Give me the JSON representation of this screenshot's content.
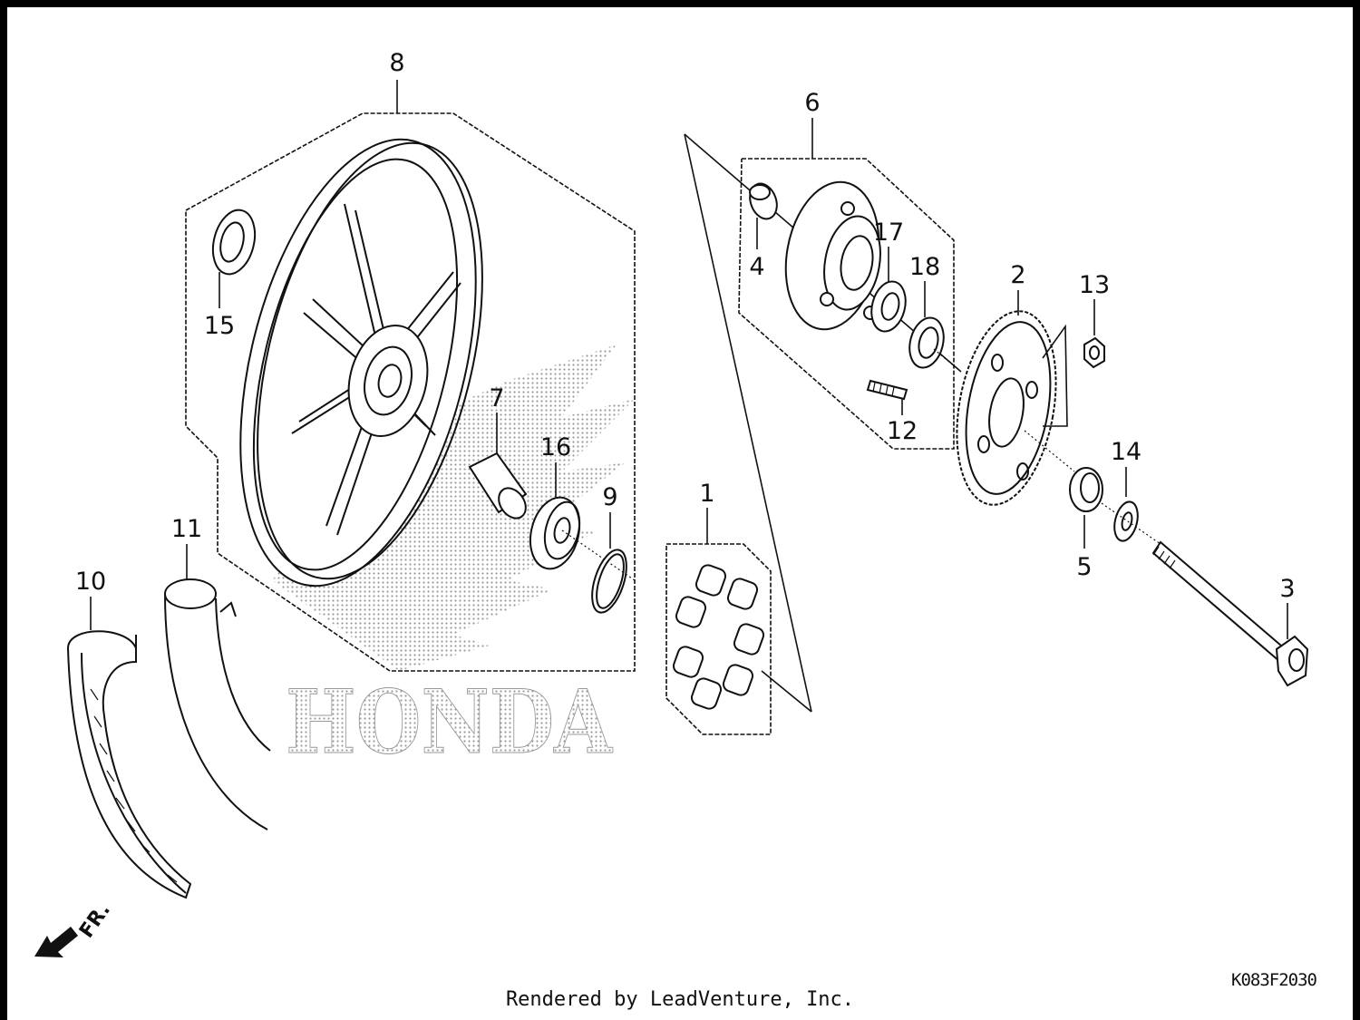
{
  "diagram": {
    "callouts": {
      "c1": "1",
      "c2": "2",
      "c3": "3",
      "c4": "4",
      "c5": "5",
      "c6": "6",
      "c7": "7",
      "c8": "8",
      "c9": "9",
      "c10": "10",
      "c11": "11",
      "c12": "12",
      "c13": "13",
      "c14": "14",
      "c15": "15",
      "c16": "16",
      "c17": "17",
      "c18": "18"
    },
    "brand_watermark": "HONDA",
    "direction_label": "FR.",
    "drawing_code": "K083F2030"
  },
  "footer": {
    "credit": "Rendered by LeadVenture, Inc."
  }
}
